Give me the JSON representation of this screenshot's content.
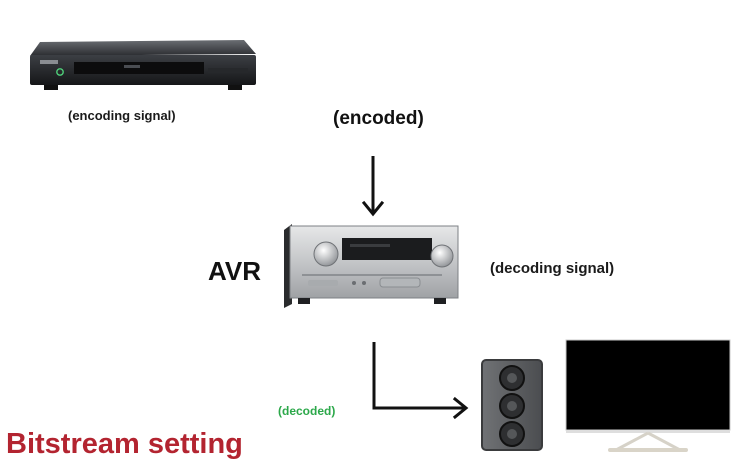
{
  "labels": {
    "encoding_signal": "(encoding signal)",
    "encoded": "(encoded)",
    "avr": "AVR",
    "decoding_signal": "(decoding signal)",
    "decoded": "(decoded)",
    "title": "Bitstream setting"
  },
  "colors": {
    "title": "#b32430",
    "decoded": "#2ca84a",
    "ink": "#111111"
  },
  "icons": {
    "source_device": "blu-ray-player-icon",
    "receiver": "av-receiver-icon",
    "speaker": "speaker-icon",
    "display": "tv-icon"
  }
}
